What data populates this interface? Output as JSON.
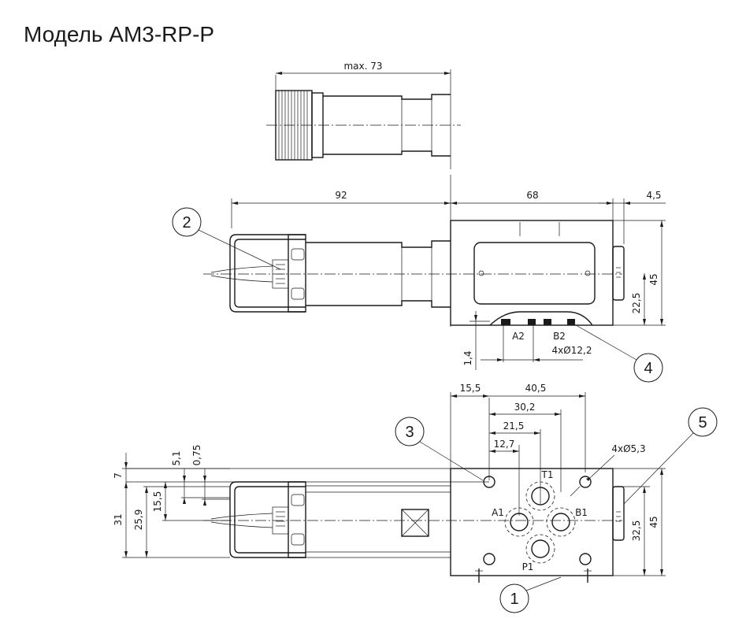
{
  "title": "Модель AM3-RP-P",
  "dims": {
    "max73": "max. 73",
    "d92": "92",
    "d68": "68",
    "d4_5": "4,5",
    "d45_side": "45",
    "d22_5": "22,5",
    "d1_4": "1,4",
    "d4x12_2": "4xØ12,2",
    "d15_5_top": "15,5",
    "d40_5": "40,5",
    "d30_2": "30,2",
    "d21_5": "21,5",
    "d12_7": "12,7",
    "d4x5_3": "4xØ5,3",
    "d7": "7",
    "d5_1": "5,1",
    "d0_75": "0,75",
    "d15_5_left": "15,5",
    "d25_9": "25,9",
    "d31": "31",
    "d32_5": "32,5",
    "d45_bottom": "45"
  },
  "ports": {
    "a2": "A2",
    "b2": "B2",
    "t1": "T1",
    "a1": "A1",
    "b1": "B1",
    "p1": "P1"
  },
  "callouts": [
    "1",
    "2",
    "3",
    "4",
    "5"
  ]
}
